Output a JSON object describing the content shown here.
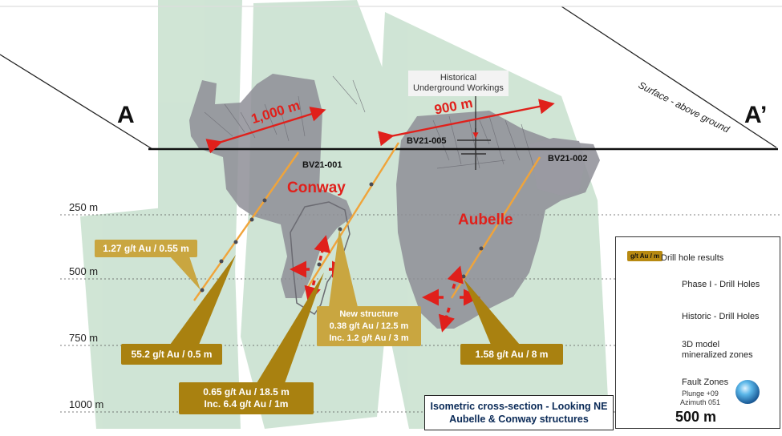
{
  "section": {
    "start_label": "A",
    "end_label": "A’"
  },
  "surface_label": "Surface - above ground",
  "historical_label": [
    "Historical",
    "Underground Workings"
  ],
  "depths": [
    "250 m",
    "500 m",
    "750 m",
    "1000 m"
  ],
  "drill_holes": [
    "BV21-001",
    "BV21-005",
    "BV21-002"
  ],
  "zones": {
    "conway": "Conway",
    "aubelle": "Aubelle"
  },
  "distances": {
    "conway": "1,000 m",
    "aubelle": "900 m"
  },
  "callouts": {
    "c1": [
      "1.27 g/t Au / 0.55 m"
    ],
    "c2": [
      "55.2 g/t Au / 0.5 m"
    ],
    "c3": [
      "0.65 g/t Au / 18.5 m",
      "Inc. 6.4 g/t Au / 1m"
    ],
    "c4": [
      "New structure",
      "0.38 g/t Au / 12.5 m",
      "Inc. 1.2 g/t Au / 3 m"
    ],
    "c5": [
      "1.58 g/t Au / 8 m"
    ]
  },
  "caption": [
    "Isometric cross-section - Looking NE",
    "Aubelle & Conway structures"
  ],
  "legend": {
    "chip": "g/t Au / m",
    "drill_results": "Drill hole results",
    "phase1": "Phase I - Drill Holes",
    "historic": "Historic - Drill Holes",
    "model": [
      "3D model",
      "mineralized zones"
    ],
    "fault": "Fault Zones"
  },
  "orientation": [
    "Plunge +09",
    "Azimuth 051"
  ],
  "scale_label": "500 m",
  "colors": {
    "fault_zone": "#a9cfb3",
    "mineralized": "#8e8e96",
    "drill_hole": "#f0a43a",
    "callout_dark": "#a98110",
    "callout_light": "#c9a640",
    "arrow_red": "#e0201b",
    "caption_text": "#0a2a57"
  }
}
